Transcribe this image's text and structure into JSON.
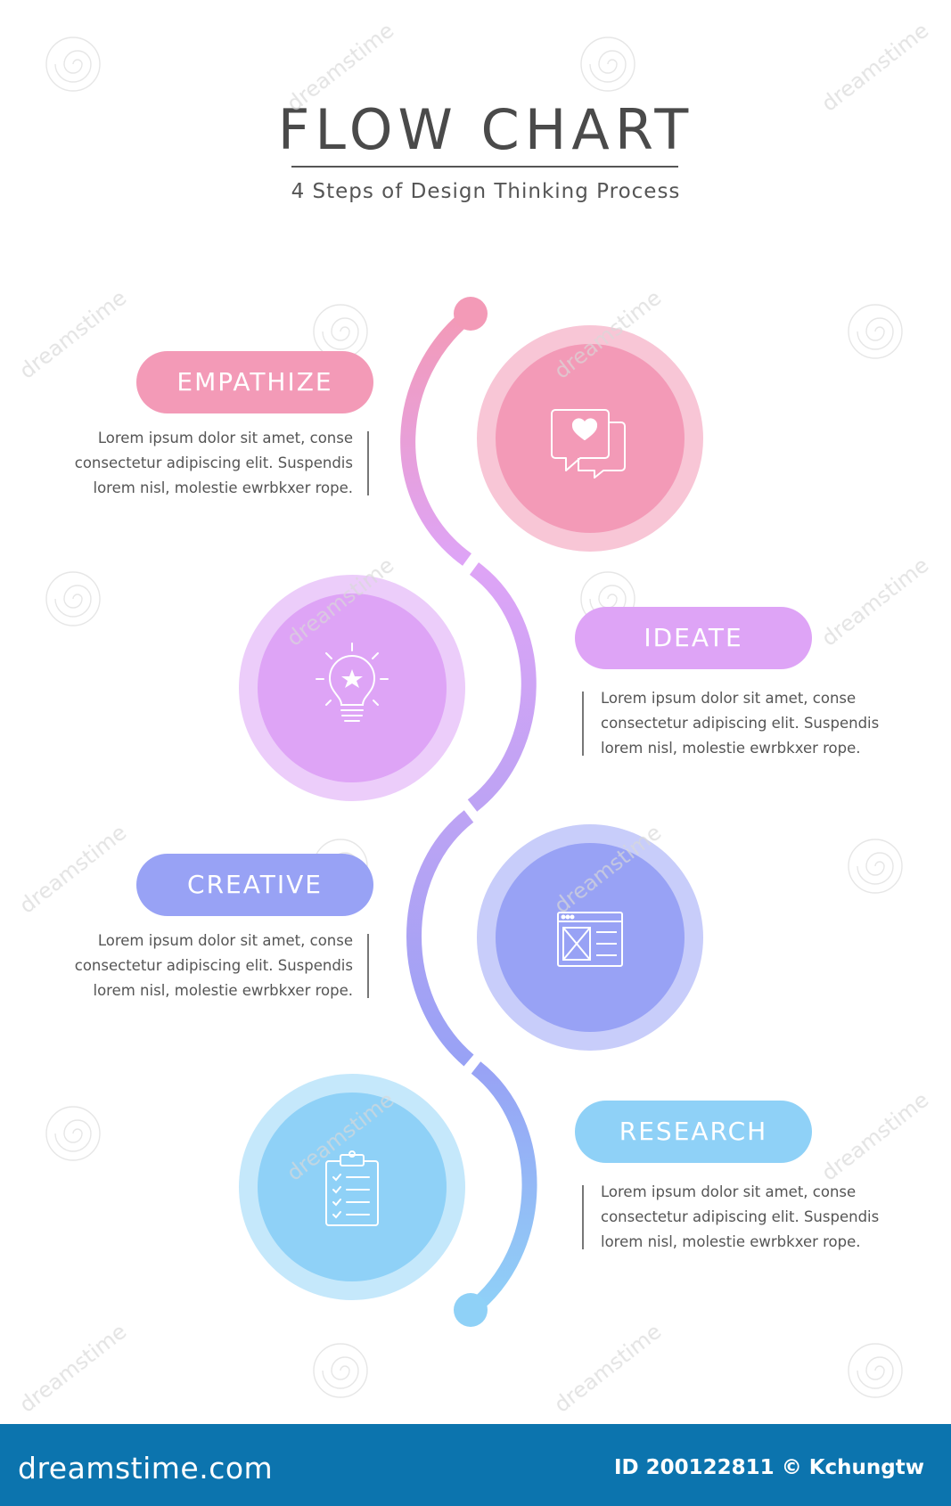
{
  "header": {
    "title": "FLOW CHART",
    "subtitle": "4 Steps of Design Thinking Process"
  },
  "steps": [
    {
      "label": "EMPATHIZE",
      "description": "Lorem ipsum dolor sit amet, conse\nconsectetur adipiscing elit. Suspendis\nlorem nisl, molestie ewrbkxer rope.",
      "icon": "speech-bubble-heart-icon",
      "color": "#f39ab7",
      "ring_color": "#f8c6d6"
    },
    {
      "label": "IDEATE",
      "description": "Lorem ipsum dolor sit amet, conse\nconsectetur adipiscing elit. Suspendis\nlorem nisl, molestie ewrbkxer rope.",
      "icon": "lightbulb-star-icon",
      "color": "#dea4f6",
      "ring_color": "#eccdfa"
    },
    {
      "label": "CREATIVE",
      "description": "Lorem ipsum dolor sit amet, conse\nconsectetur adipiscing elit. Suspendis\nlorem nisl, molestie ewrbkxer rope.",
      "icon": "wireframe-window-icon",
      "color": "#98a2f5",
      "ring_color": "#c8cdfa"
    },
    {
      "label": "RESEARCH",
      "description": "Lorem ipsum dolor sit amet, conse\nconsectetur adipiscing elit. Suspendis\nlorem nisl, molestie ewrbkxer rope.",
      "icon": "clipboard-checklist-icon",
      "color": "#8fd1f7",
      "ring_color": "#c5e8fb"
    }
  ],
  "connector_colors": [
    "#f39ab7",
    "#dea4f6",
    "#bda3f4",
    "#98a2f5",
    "#8fd1f7"
  ],
  "watermark": {
    "text": "dreamstime"
  },
  "footer": {
    "logo": "dreamstime.com",
    "id_text": "ID 200122811 © Kchungtw",
    "color": "#0c74ae"
  }
}
